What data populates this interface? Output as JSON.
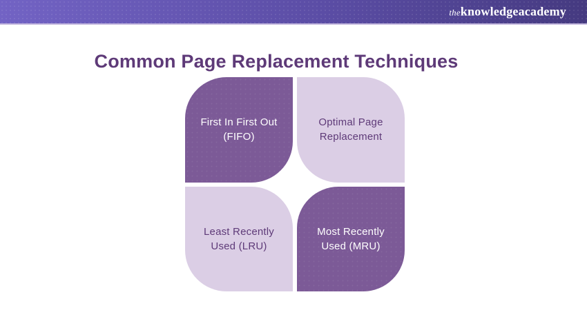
{
  "header": {
    "logo": {
      "the": "the",
      "knowledge": "knowledge",
      "academy": "academy"
    }
  },
  "title": {
    "text": "Common Page Replacement Techniques"
  },
  "diagram": {
    "tiles": [
      {
        "id": "fifo",
        "variant": "dark",
        "line1": "First In First Out",
        "line2": "(FIFO)"
      },
      {
        "id": "optimal",
        "variant": "light",
        "line1": "Optimal Page",
        "line2": "Replacement"
      },
      {
        "id": "lru",
        "variant": "light",
        "line1": "Least Recently",
        "line2": "Used (LRU)"
      },
      {
        "id": "mru",
        "variant": "dark",
        "line1": "Most Recently",
        "line2": "Used (MRU)"
      }
    ]
  },
  "colors": {
    "header_gradient_left": "#7263c4",
    "header_gradient_right": "#453a80",
    "header_underline": "#c7bce0",
    "logo_text": "#ffffff",
    "title_text": "#5e3a78",
    "tile_dark": "#7c5a97",
    "tile_dark_text": "#ffffff",
    "tile_light": "#dbcee5",
    "tile_light_text": "#5e3a78",
    "page_background": "#ffffff"
  }
}
